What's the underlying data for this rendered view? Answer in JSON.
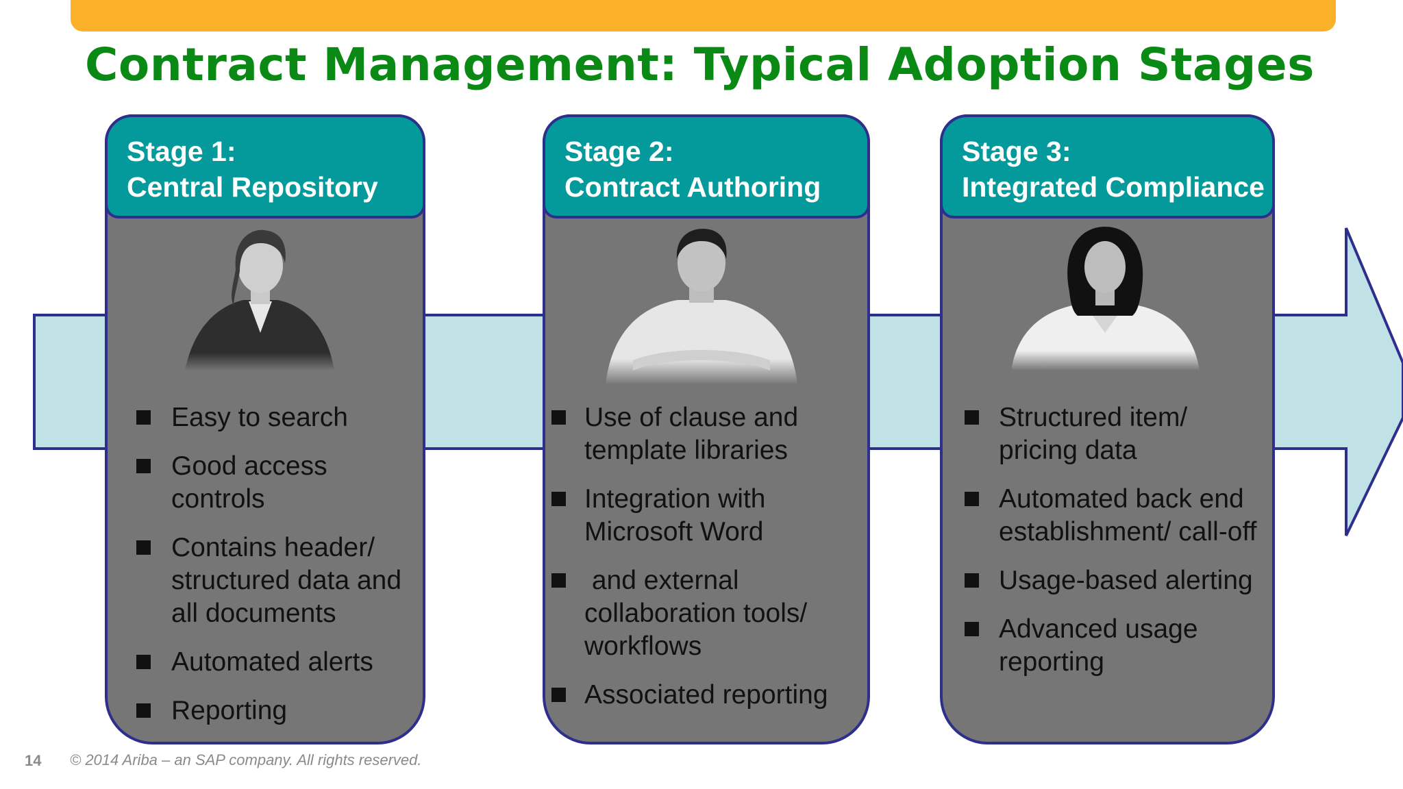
{
  "slide": {
    "title": "Contract Management: Typical Adoption Stages",
    "page_number": "14",
    "copyright": "© 2014 Ariba – an SAP company. All rights reserved."
  },
  "colors": {
    "top_bar": "#fbb02a",
    "title": "#0a8a14",
    "header": "#04999b",
    "card": "#767676",
    "arrow": "#c0e2e6",
    "outline": "#2e2f8c"
  },
  "stages": [
    {
      "heading_line1": "Stage 1:",
      "heading_line2": "Central Repository",
      "bullets": [
        "Easy to search",
        "Good access controls",
        "Contains header/ structured data and all documents",
        "Automated alerts",
        "Reporting"
      ]
    },
    {
      "heading_line1": "Stage 2:",
      "heading_line2": "Contract Authoring",
      "bullets": [
        "Use of clause and template libraries",
        "Integration with Microsoft Word",
        " and external collaboration tools/ workflows",
        "Associated reporting"
      ]
    },
    {
      "heading_line1": "Stage 3:",
      "heading_line2": "Integrated Compliance",
      "bullets": [
        "Structured item/ pricing data",
        "Automated back end establishment/ call-off",
        "Usage-based alerting",
        "Advanced usage reporting"
      ]
    }
  ]
}
